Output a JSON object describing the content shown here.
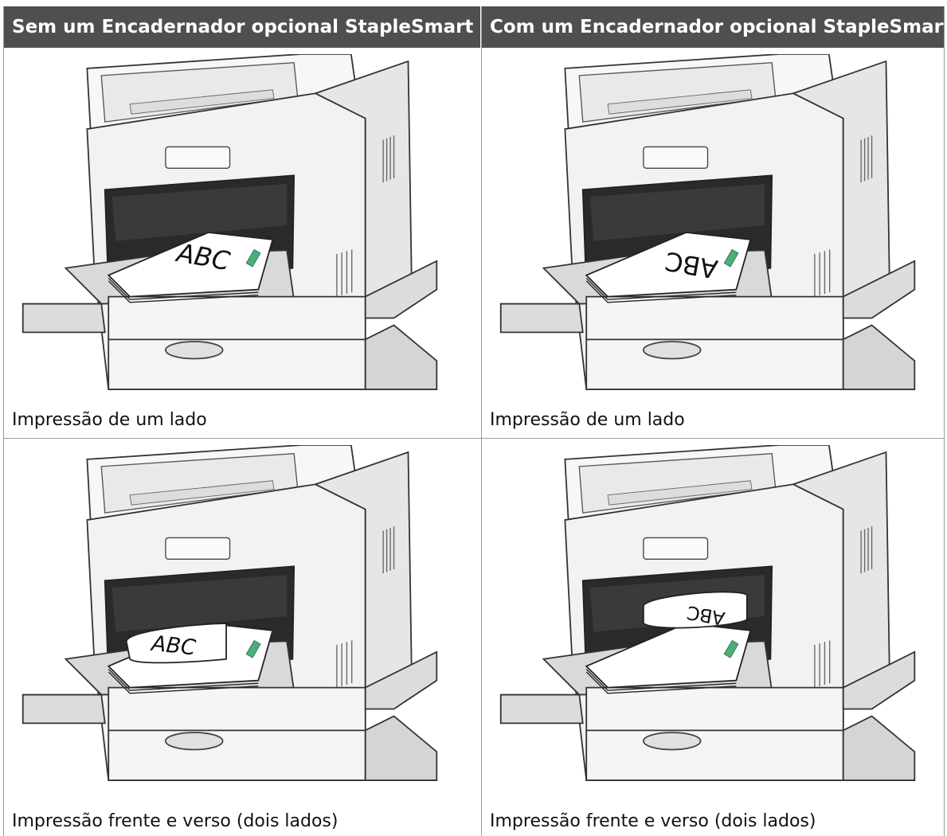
{
  "table": {
    "headers": [
      "Sem um Encadernador opcional StapleSmart",
      "Com um Encadernador opcional StapleSmart"
    ],
    "rows": [
      {
        "cells": [
          {
            "caption": "Impressão de um lado",
            "paper_label": "ABC",
            "paper_orientation": "upright"
          },
          {
            "caption": "Impressão de um lado",
            "paper_label": "ABC",
            "paper_orientation": "inverted"
          }
        ]
      },
      {
        "cells": [
          {
            "caption": "Impressão frente e verso (dois lados)",
            "paper_label": "ABC",
            "paper_orientation": "upright-curled"
          },
          {
            "caption": "Impressão frente e verso (dois lados)",
            "paper_label": "ABC",
            "paper_orientation": "inverted-curled"
          }
        ]
      }
    ]
  },
  "colors": {
    "header_bg": "#4f4f4f",
    "header_text": "#ffffff",
    "grid": "#9a9a9a",
    "printer_fill": "#f2f2f2",
    "printer_line": "#333333",
    "accent_green": "#4caf7a"
  }
}
